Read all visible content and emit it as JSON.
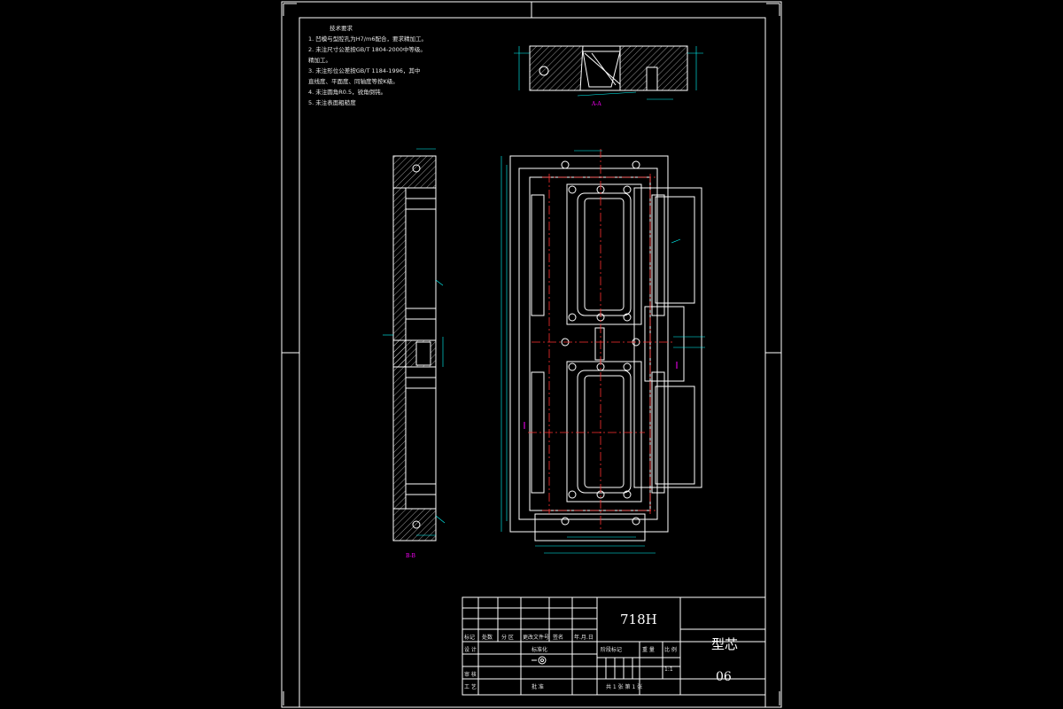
{
  "drawing": {
    "notes_title": "技术要求",
    "notes": [
      "1. 凹模与型腔孔为H7/m6配合，要求精加工。",
      "2. 未注尺寸公差按GB/T 1804-2000中等级。",
      "   精加工。",
      "3. 未注形位公差按GB/T 1184-1996，其中",
      "   直线度、平面度、同轴度等按K级。",
      "4. 未注圆角R0.5，锐角倒钝。",
      "5. 未注表面粗糙度"
    ],
    "section_labels": [
      "A-A",
      "B-B"
    ],
    "title_block": {
      "material": "718H",
      "part_name": "型芯",
      "drawing_no": "06",
      "scale": "1:1",
      "sheet_info": "共 1 张    第 1 张",
      "rev_headers": [
        "标记",
        "处数",
        "分 区",
        "更改文件号",
        "签名",
        "年.月.日"
      ],
      "row_labels": [
        "设 计",
        "标准化",
        "审 核",
        "工 艺",
        "批 准"
      ],
      "stage_headers": [
        "阶段标记",
        "重 量",
        "比 例"
      ]
    },
    "colors": {
      "outline": "#ffffff",
      "dimension": "#00ffff",
      "centerline": "#ff3030",
      "label": "#ff00ff",
      "hatch": "#ffffff"
    }
  }
}
